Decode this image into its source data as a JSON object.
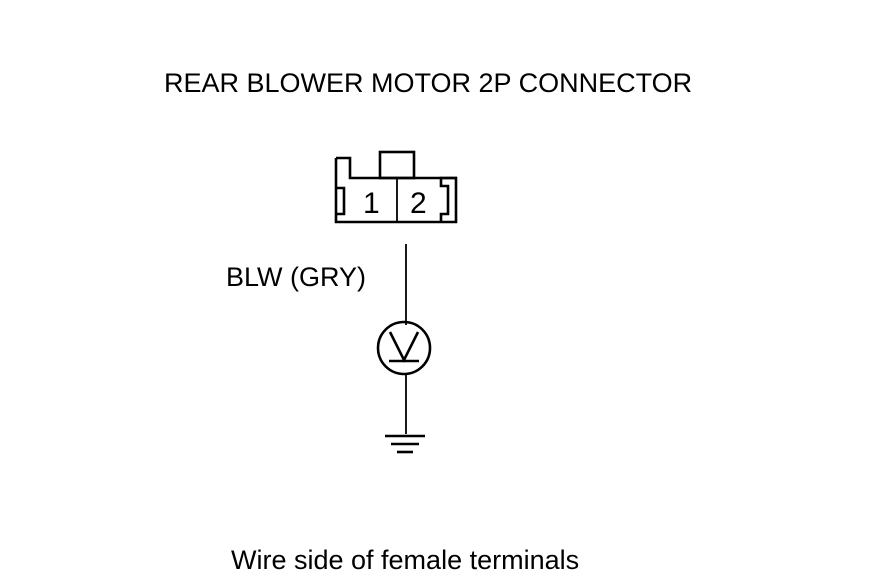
{
  "title": "REAR BLOWER MOTOR 2P CONNECTOR",
  "connector": {
    "pins": [
      "1",
      "2"
    ]
  },
  "wire": {
    "label": "BLW (GRY)",
    "terminal": "2"
  },
  "meter": {
    "symbol": "V"
  },
  "caption": "Wire side of female terminals",
  "icons": [
    "voltmeter-icon",
    "ground-icon"
  ]
}
